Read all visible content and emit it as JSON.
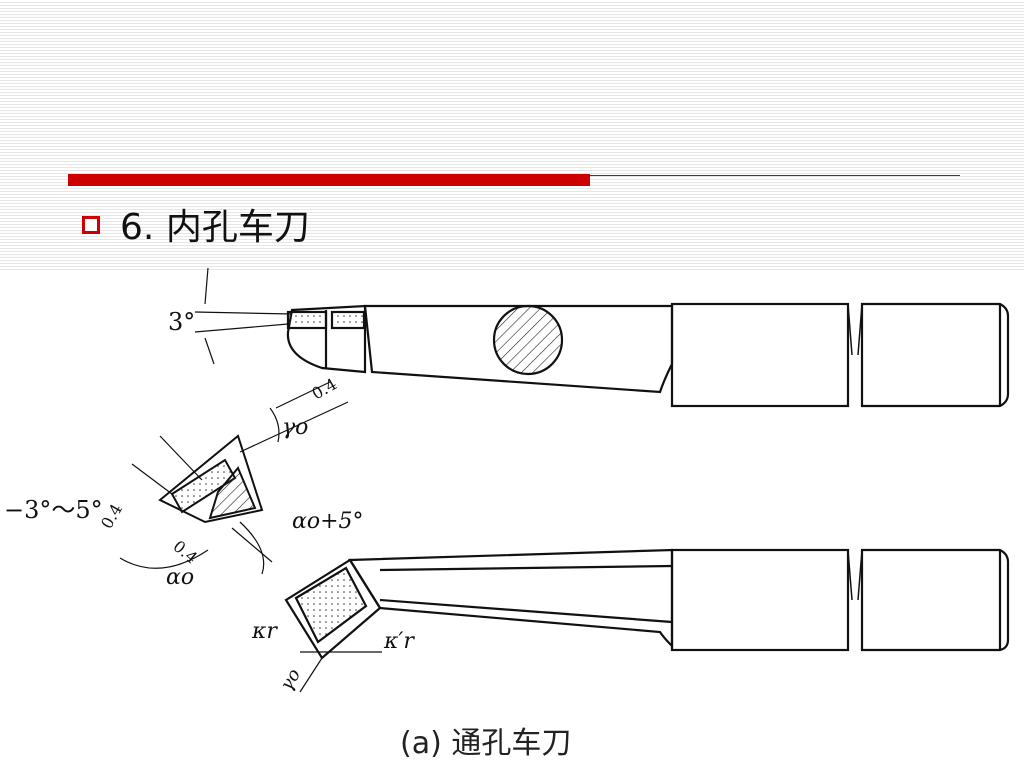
{
  "slide": {
    "heading_number": "6.",
    "heading_text": "内孔车刀",
    "caption": "(a) 通孔车刀",
    "accent_color": "#cc0000"
  },
  "labels": {
    "angle_3": "3°",
    "angle_gamma": "γo",
    "dim_04_top": "0.4",
    "angle_neg3_5": "−3°～5°",
    "dim_04_left": "0.4",
    "dim_04_bottom": "0.4",
    "angle_alpha": "αo",
    "angle_alpha_plus5": "αo+5°",
    "angle_kappa_r": "κr",
    "angle_kappa_r_prime": "κ′r",
    "angle_gamma_bottom": "γo"
  }
}
